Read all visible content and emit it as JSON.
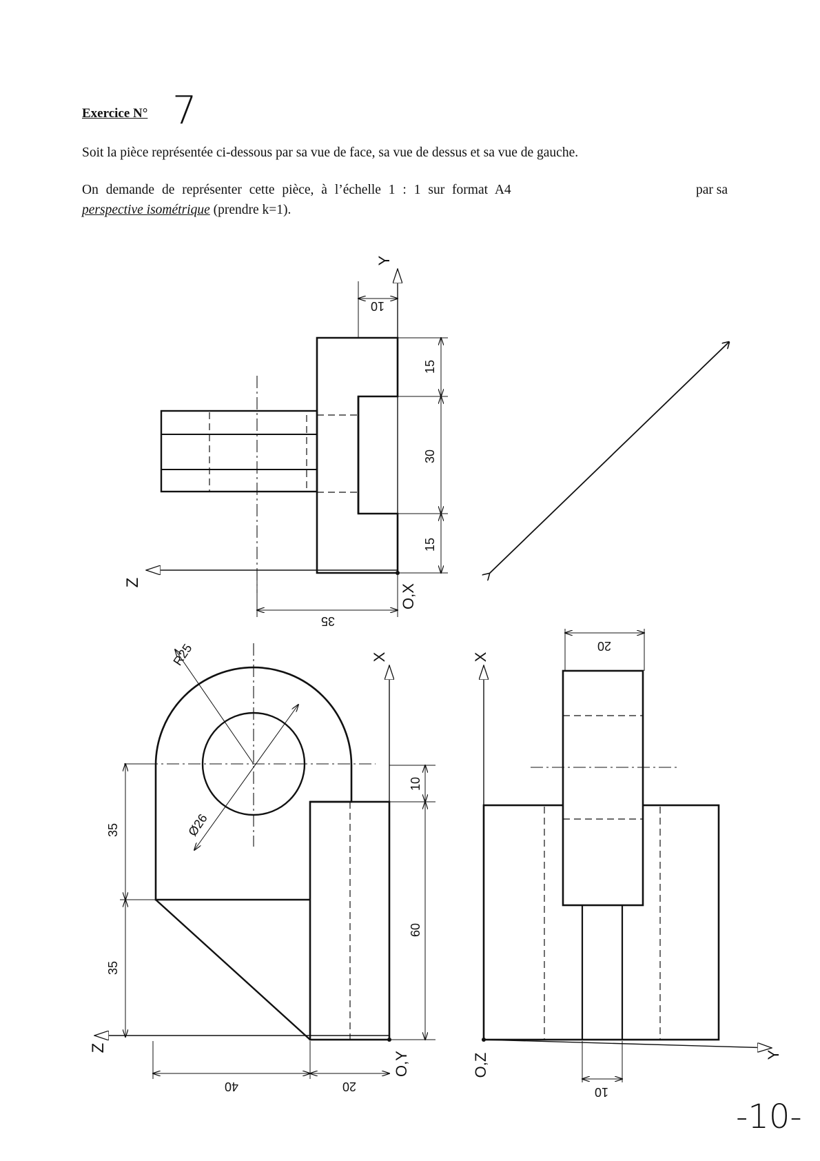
{
  "header": {
    "exercise_label": "Exercice N°",
    "exercise_number": "7"
  },
  "statement": {
    "line1": "Soit la pièce représentée ci-dessous par sa vue de face, sa vue de dessus et sa vue de gauche.",
    "line2": "On demande de représenter cette pièce, à l’échelle 1 : 1 sur format A4",
    "line2_end": "par sa",
    "line3_italic": "perspective isométrique",
    "line3_rest": " (prendre k=1)."
  },
  "drawing": {
    "top_view": {
      "dims": [
        "10",
        "15",
        "30",
        "15",
        "35"
      ],
      "axes": [
        "Y",
        "Z",
        "O,X"
      ]
    },
    "front_view": {
      "dims": [
        "R25",
        "Ø26",
        "10",
        "60",
        "35",
        "35",
        "40",
        "20"
      ],
      "axes": [
        "X",
        "Z",
        "O,Y"
      ]
    },
    "side_view": {
      "dims": [
        "20",
        "10"
      ],
      "axes": [
        "X",
        "O,Z",
        "Y"
      ]
    }
  },
  "footer": {
    "page_number": "-10-"
  }
}
